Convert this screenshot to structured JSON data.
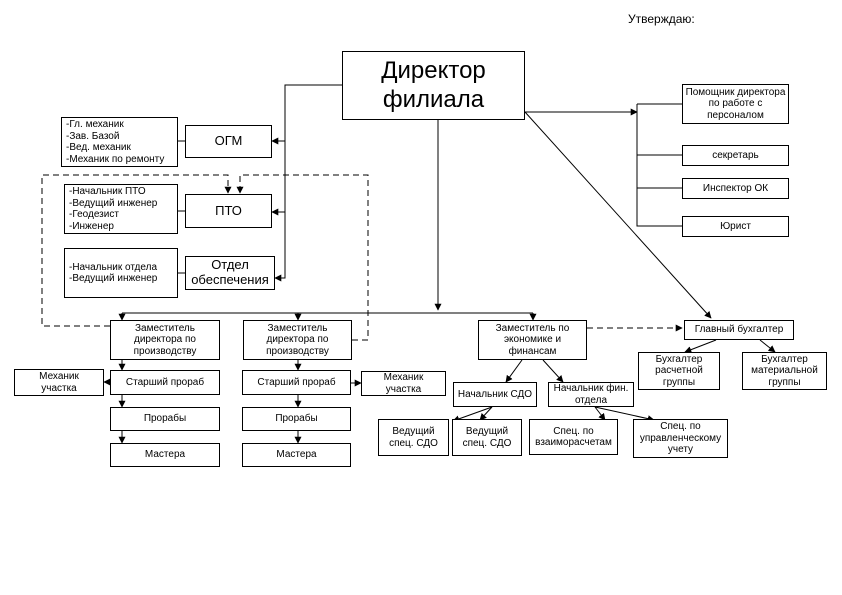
{
  "approve_label": "Утверждаю:",
  "nodes": {
    "director": "Директор\nфилиала",
    "ogm": "ОГМ",
    "ogm_staff": "-Гл. механик\n-Зав. Базой\n-Вед. механик\n-Механик по ремонту",
    "pto": "ПТО",
    "pto_staff": "-Начальник ПТО\n-Ведущий инженер\n-Геодезист\n-Инженер",
    "supply": "Отдел\nобеспечения",
    "supply_staff": "-Начальник отдела\n-Ведущий инженер",
    "assistant": "Помощник директора\nпо работе с\nперсоналом",
    "secretary": "секретарь",
    "inspector": "Инспектор ОК",
    "lawyer": "Юрист",
    "deputy1": "Заместитель\nдиректора по\nпроизводству",
    "deputy2": "Заместитель\nдиректора по\nпроизводству",
    "deputy_econ": "Заместитель по\nэкономике и\nфинансам",
    "chief_accountant": "Главный бухгалтер",
    "acc_settlement": "Бухгалтер\nрасчетной\nгруппы",
    "acc_material": "Бухгалтер\nматериальной\nгруппы",
    "mech1": "Механик\nучастка",
    "senior1": "Старший прораб",
    "foremen1": "Прорабы",
    "masters1": "Мастера",
    "senior2": "Старший прораб",
    "mech2": "Механик\nучастка",
    "foremen2": "Прорабы",
    "masters2": "Мастера",
    "head_sdo": "Начальник СДО",
    "head_fin": "Начальник фин.\nотдела",
    "lead_sdo1": "Ведущий\nспец. СДО",
    "lead_sdo2": "Ведущий\nспец. СДО",
    "spec_settle": "Спец. по\nвзаиморасчетам",
    "spec_mgmt": "Спец. по\nуправленческому\nучету"
  }
}
